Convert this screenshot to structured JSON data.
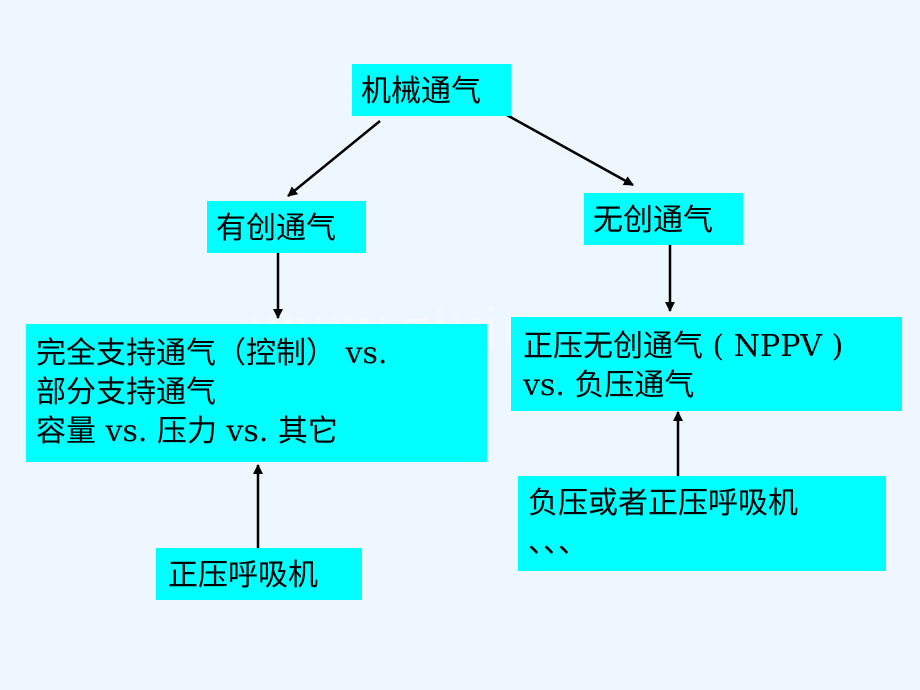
{
  "nodes": {
    "root": {
      "text": "机械通气"
    },
    "invasive": {
      "text": "有创通气"
    },
    "noninvasive": {
      "text": "无创通气"
    },
    "invasive_detail": {
      "lines": [
        "完全支持通气（控制） vs.",
        "部分支持通气",
        "容量 vs. 压力 vs. 其它"
      ]
    },
    "noninvasive_detail": {
      "lines": [
        "正压无创通气 ( NPPV )",
        "vs.  负压通气"
      ]
    },
    "positive_ventilator": {
      "text": "正压呼吸机"
    },
    "neg_or_pos_ventilator": {
      "lines": [
        "负压或者正压呼吸机",
        "、、、"
      ]
    }
  },
  "watermark": "www.zixin.com.cn",
  "colors": {
    "box": "#00ffff",
    "background": "#eef6ff",
    "arrow": "#000000"
  }
}
